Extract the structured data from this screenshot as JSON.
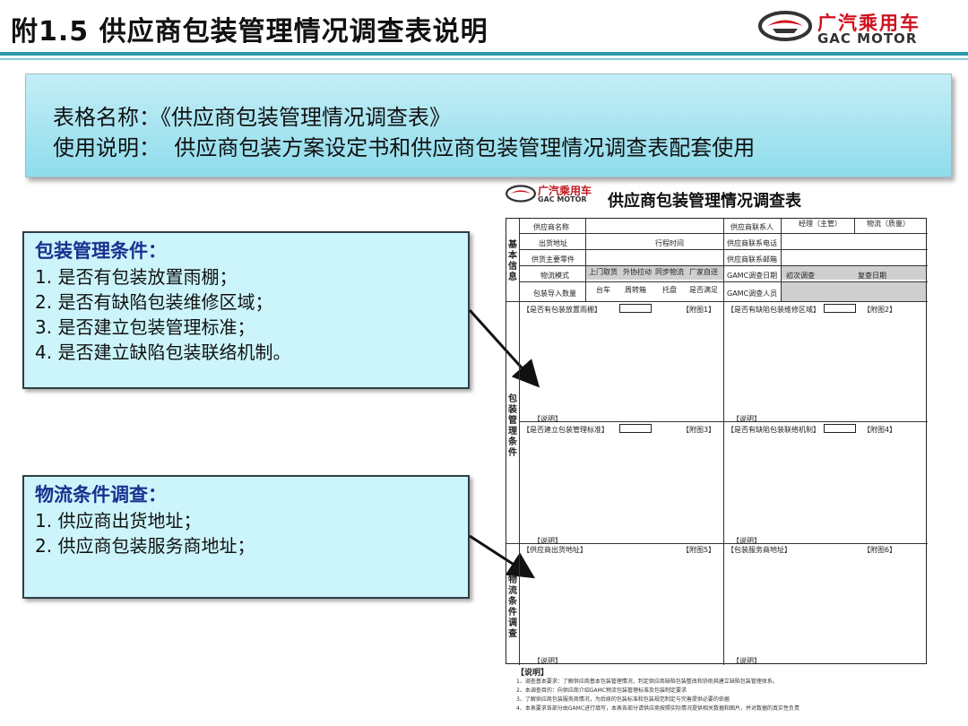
{
  "header": {
    "title": "附1.5 供应商包装管理情况调查表说明",
    "logo_cn": "广汽乘用车",
    "logo_en": "GAC MOTOR",
    "accent_color": "#2a9aa8"
  },
  "intro": {
    "line1": "表格名称：《供应商包装管理情况调查表》",
    "line2": "使用说明：  供应商包装方案设定书和供应商包装管理情况调查表配套使用"
  },
  "packaging_box": {
    "heading": "包装管理条件：",
    "items": [
      "1. 是否有包装放置雨棚；",
      "2. 是否有缺陷包装维修区域；",
      "3. 是否建立包装管理标准；",
      "4. 是否建立缺陷包装联络机制。"
    ]
  },
  "logistics_box": {
    "heading": "物流条件调查：",
    "items": [
      "1. 供应商出货地址；",
      "2. 供应商包装服务商地址；"
    ]
  },
  "form": {
    "logo_cn": "广汽乘用车",
    "logo_en": "GAC MOTOR",
    "title": "供应商包装管理情况调查表",
    "section_basic": "基本信息",
    "section_packaging": "包装管理条件",
    "section_logistics": "物流条件调查",
    "basic_cells": {
      "supplier_name": "供应商名称",
      "supplier_contact": "供应商联系人",
      "manager_role": "经理（主管）",
      "logistics_role": "物流（质量）",
      "ship_address": "出货地址",
      "travel_time": "行程时间",
      "contact_phone": "供应商联系电话",
      "main_parts": "供货主要零件",
      "contact_email": "供应商联系邮箱",
      "delivery_mode": "物流模式",
      "mode_pickup": "上门取货",
      "mode_milkrun": "外协拉动",
      "mode_sync": "同步物流",
      "mode_factory": "厂家自送",
      "survey_date": "GAMC调查日期",
      "first_survey": "初次调查",
      "review_date": "复查日期",
      "pack_qty": "包装导入数量",
      "qty_pallet": "台车",
      "qty_turnover": "周转箱",
      "qty_pe": "托盘",
      "qty_other": "是否满足",
      "surveyor": "GAMC调查人员"
    },
    "questions": [
      "【是否有包装放置雨棚】",
      "【是否有缺陷包装维修区域】",
      "【是否建立包装管理标准】",
      "【是否有缺陷包装联络机制】",
      "【供应商出货地址】",
      "【包装服务商地址】"
    ],
    "attachments": [
      "【附图1】",
      "【附图2】",
      "【附图3】",
      "【附图4】",
      "【附图5】",
      "【附图6】"
    ],
    "explain_label": "【说明】",
    "notes_head": "【说明】",
    "notes": [
      "1、调查基本要求：了解供应商基本包装管理情况，判定供应商缺陷包装整改和协助其建立缺陷包装管理体系。",
      "2、本调查目的：向供应商介绍GAMC物流包装管理标准及包装制定要求",
      "3、了解供应商包装服务商情况，为后续的包装标准和包装规范制定与完善提供必要的依据",
      "4、本表要求各部分由GAMC进行填写，本表各部分请供应商按照实际情况提供相关数据和图片，并对数据的真实性负责"
    ]
  }
}
